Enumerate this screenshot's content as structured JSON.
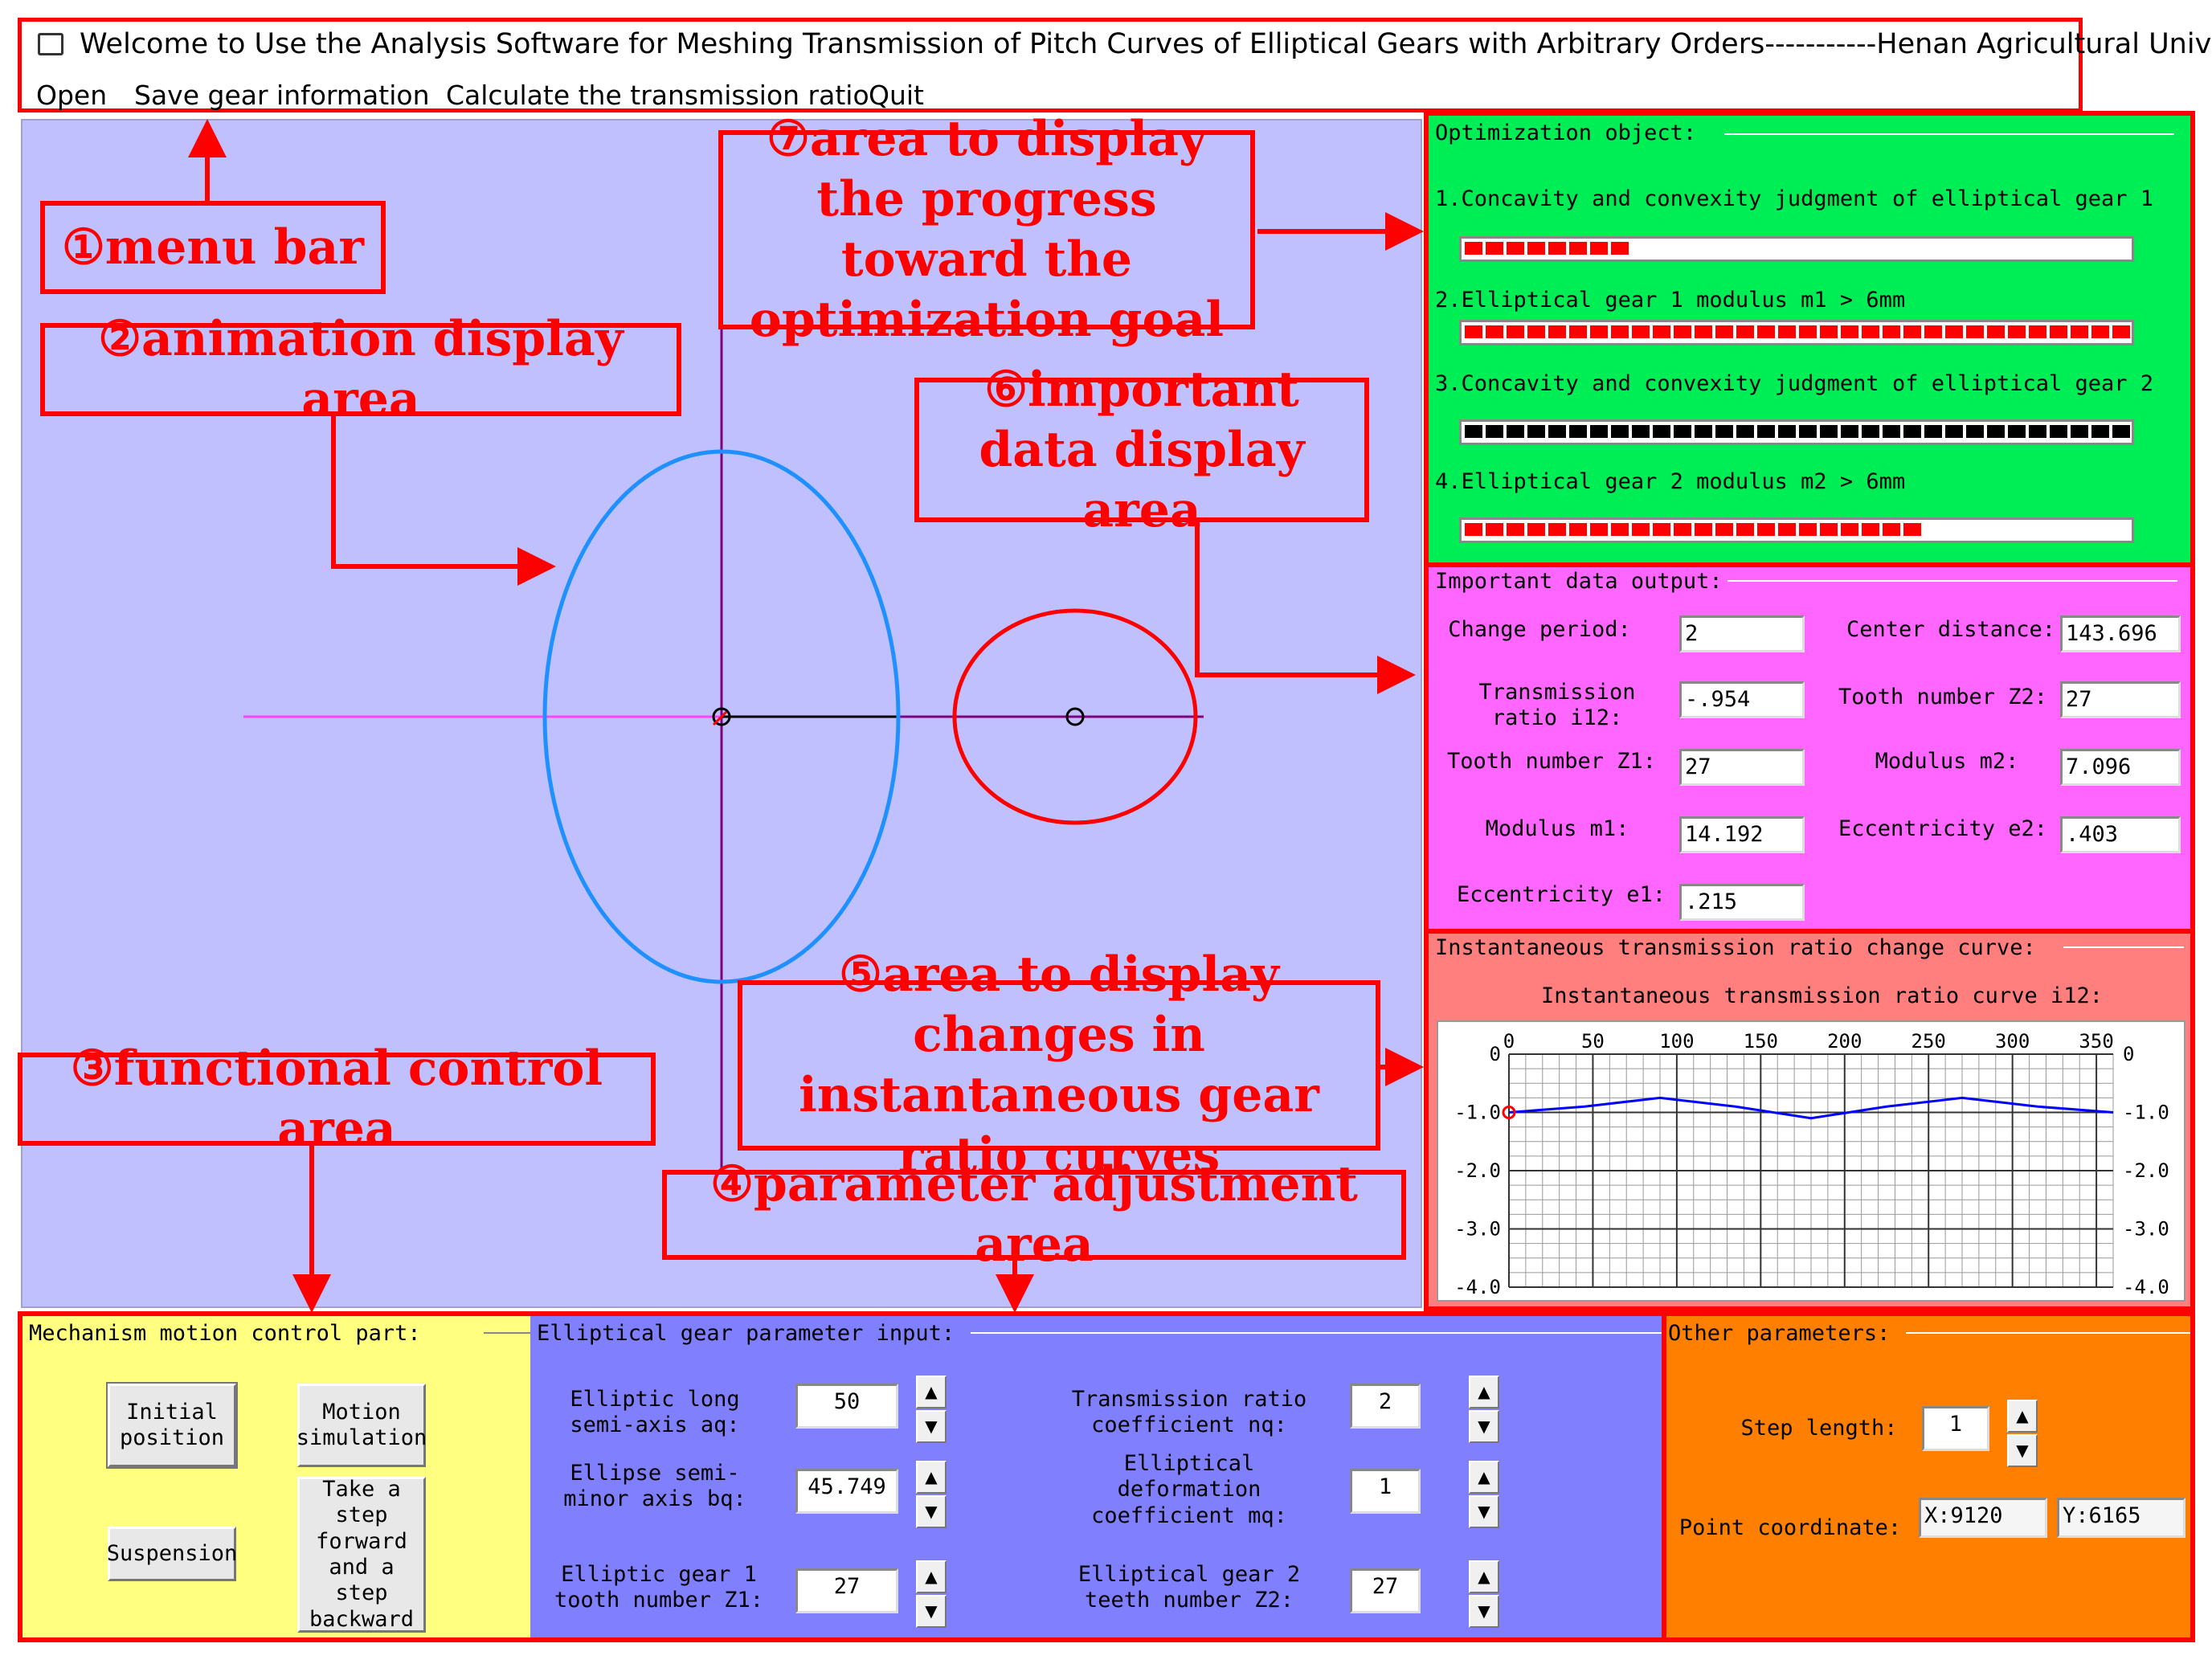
{
  "window": {
    "title": "Welcome to Use the Analysis Software for Meshing Transmission of Pitch Curves of Elliptical Gears with Arbitrary Orders-----------Henan Agricultural University",
    "icon": "app-window-icon"
  },
  "menu": {
    "open": "Open",
    "save": "Save gear information",
    "calc": "Calculate the transmission ratio",
    "quit": "Quit"
  },
  "callouts": {
    "c1": "①menu bar",
    "c2": "②animation display area",
    "c3": "③functional control area",
    "c4": "④parameter adjustment area",
    "c5": "⑤area to display changes in instantaneous gear ratio curves",
    "c6": "⑥important data display area",
    "c7": "⑦area to display the progress toward the optimization goal"
  },
  "optimization": {
    "title": "Optimization object:",
    "items": [
      {
        "label": "1.Concavity and convexity judgment of elliptical gear 1",
        "progress": 0.26,
        "color": "#ff0000"
      },
      {
        "label": "2.Elliptical gear 1 modulus m1 > 6mm",
        "progress": 1.0,
        "color": "#ff0000"
      },
      {
        "label": "3.Concavity and convexity judgment of elliptical gear 2",
        "progress": 1.0,
        "color": "#000000"
      },
      {
        "label": "4.Elliptical gear 2 modulus m2 > 6mm",
        "progress": 0.68,
        "color": "#ff0000"
      }
    ]
  },
  "important": {
    "title": "Important data output:",
    "change_period_label": "Change period:",
    "change_period": "2",
    "center_distance_label": "Center distance:",
    "center_distance": "143.696",
    "ratio_label": "Transmission ratio i12:",
    "ratio": "-.954",
    "z2_label": "Tooth number Z2:",
    "z2": "27",
    "z1_label": "Tooth number Z1:",
    "z1": "27",
    "m2_label": "Modulus m2:",
    "m2": "7.096",
    "m1_label": "Modulus m1:",
    "m1": "14.192",
    "e2_label": "Eccentricity e2:",
    "e2": ".403",
    "e1_label": "Eccentricity e1:",
    "e1": ".215"
  },
  "curve_panel": {
    "title": "Instantaneous transmission ratio change curve:",
    "subtitle": "Instantaneous transmission ratio curve i12:"
  },
  "chart_data": {
    "type": "line",
    "title": "Instantaneous transmission ratio curve i12:",
    "x_ticks": [
      "0",
      "50",
      "100",
      "150",
      "200",
      "250",
      "300",
      "350"
    ],
    "y_ticks": [
      "0",
      "-1.0",
      "-2.0",
      "-3.0",
      "-4.0"
    ],
    "xlim": [
      0,
      360
    ],
    "ylim": [
      -4,
      0
    ],
    "series": [
      {
        "values_x": [
          0,
          45,
          90,
          135,
          180,
          225,
          270,
          315,
          360
        ],
        "values_y": [
          -1.0,
          -0.9,
          -0.75,
          -0.9,
          -1.1,
          -0.9,
          -0.75,
          -0.9,
          -1.0
        ]
      }
    ],
    "grid": true
  },
  "mechanism": {
    "title": "Mechanism motion control part:",
    "initial": "Initial position",
    "motion": "Motion simulation",
    "suspension": "Suspension",
    "step": "Take a step forward and a step backward"
  },
  "params": {
    "title": "Elliptical gear parameter input:",
    "aq_label": "Elliptic long semi-axis aq:",
    "aq": "50",
    "bq_label": "Ellipse semi-minor axis bq:",
    "bq": "45.749",
    "z1_label": "Elliptic gear 1 tooth number Z1:",
    "z1": "27",
    "nq_label": "Transmission ratio coefficient nq:",
    "nq": "2",
    "mq_label": "Elliptical deformation coefficient mq:",
    "mq": "1",
    "z2_label": "Elliptical gear 2 teeth number Z2:",
    "z2": "27"
  },
  "other": {
    "title": "Other parameters:",
    "step_label": "Step length:",
    "step": "1",
    "point_label": "Point coordinate:",
    "x": "X:9120",
    "y": "Y:6165"
  },
  "colors": {
    "anim_bg": "#c0c0ff",
    "optimization_bg": "#00ee55",
    "important_bg": "#ff66ff",
    "curve_bg": "#ff7f7f",
    "mechanism_bg": "#ffff80",
    "params_bg": "#8080ff",
    "other_bg": "#ff8000",
    "highlight": "#ff0000"
  }
}
